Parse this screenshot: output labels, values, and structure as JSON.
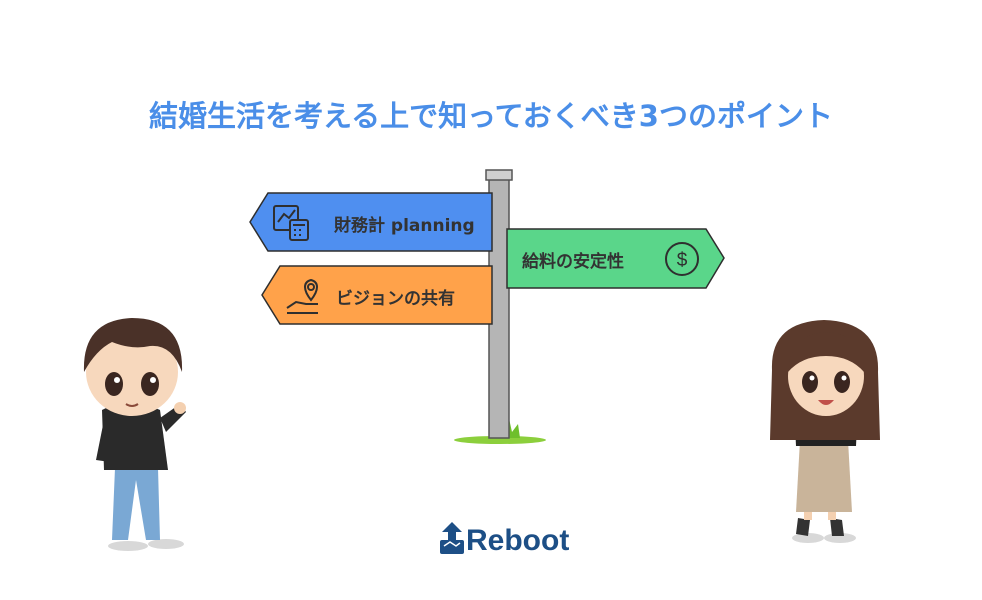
{
  "title": "結婚生活を考える上で知っておくべき3つのポイント",
  "signs": [
    {
      "label": "財務計 planning",
      "color": "#4f8ff0",
      "icon": "chart-calculator-icon",
      "direction": "left"
    },
    {
      "label": "給料の安定性",
      "color": "#5ad68a",
      "icon": "dollar-coin-icon",
      "direction": "right"
    },
    {
      "label": "ビジョンの共有",
      "color": "#ffa24a",
      "icon": "location-hand-icon",
      "direction": "left"
    }
  ],
  "logo": {
    "text": "Reboot",
    "color": "#1d4f86"
  },
  "colors": {
    "title": "#4a8ee8",
    "post": "#a9a9a9",
    "grass": "#8ccf3c"
  }
}
